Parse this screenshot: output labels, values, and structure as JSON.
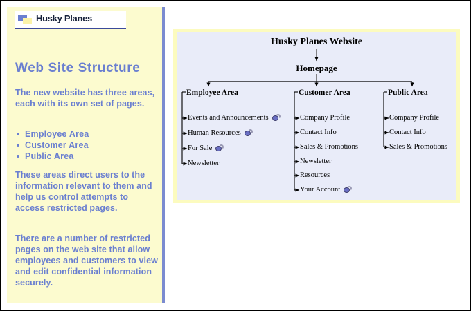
{
  "sidebar": {
    "logo": {
      "icon": "logo-squares-icon",
      "text": "Husky Planes"
    },
    "heading": "Web Site Structure",
    "paragraph_1": "The new website has three areas, each with its own set of pages.",
    "bullets": [
      "Employee Area",
      "Customer Area",
      "Public Area"
    ],
    "paragraph_2": "These areas direct users to the information relevant to them and help us control attempts to access restricted pages.",
    "paragraph_3": "There are a number of restricted pages on the web site that allow employees and customers to view and edit confidential information securely.",
    "colors": {
      "background": "#fcfbcf",
      "text": "#6a7fd0",
      "divider": "#7b8bd0"
    }
  },
  "diagram": {
    "root_label": "Husky Planes Website",
    "home_label": "Homepage",
    "colors": {
      "panel_background": "#e9ecf9",
      "panel_border": "#fcfbbf",
      "connector": "#000000",
      "lock_icon": "#6a6fc4"
    },
    "columns": [
      {
        "heading": "Employee Area",
        "items": [
          {
            "label": "Events and Announcements",
            "locked": true
          },
          {
            "label": "Human Resources",
            "locked": true
          },
          {
            "label": "For Sale",
            "locked": true
          },
          {
            "label": "Newsletter",
            "locked": false
          }
        ]
      },
      {
        "heading": "Customer Area",
        "items": [
          {
            "label": "Company Profile",
            "locked": false
          },
          {
            "label": "Contact Info",
            "locked": false
          },
          {
            "label": "Sales & Promotions",
            "locked": false
          },
          {
            "label": "Newsletter",
            "locked": false
          },
          {
            "label": "Resources",
            "locked": false
          },
          {
            "label": "Your Account",
            "locked": true
          }
        ]
      },
      {
        "heading": "Public Area",
        "items": [
          {
            "label": "Company Profile",
            "locked": false
          },
          {
            "label": "Contact Info",
            "locked": false
          },
          {
            "label": "Sales & Promotions",
            "locked": false
          }
        ]
      }
    ]
  }
}
